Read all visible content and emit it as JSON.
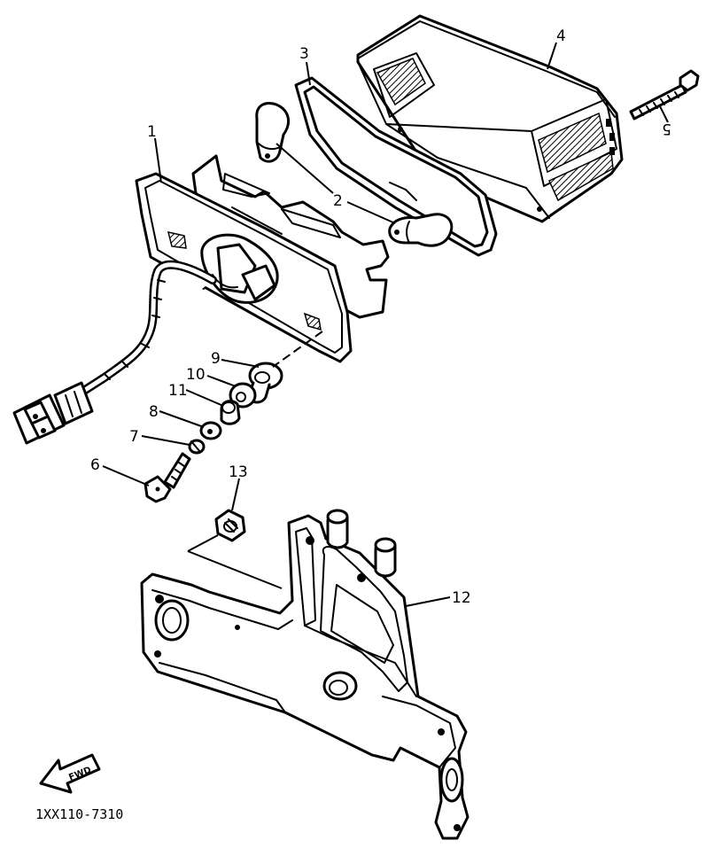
{
  "diagram": {
    "callouts": {
      "c1": "1",
      "c2": "2",
      "c3": "3",
      "c4": "4",
      "c5": "5",
      "c6": "6",
      "c7": "7",
      "c8": "8",
      "c9": "9",
      "c10": "10",
      "c11": "11",
      "c12": "12",
      "c13": "13"
    },
    "forward_label": "FWD",
    "part_code": "1XX110-7310"
  }
}
